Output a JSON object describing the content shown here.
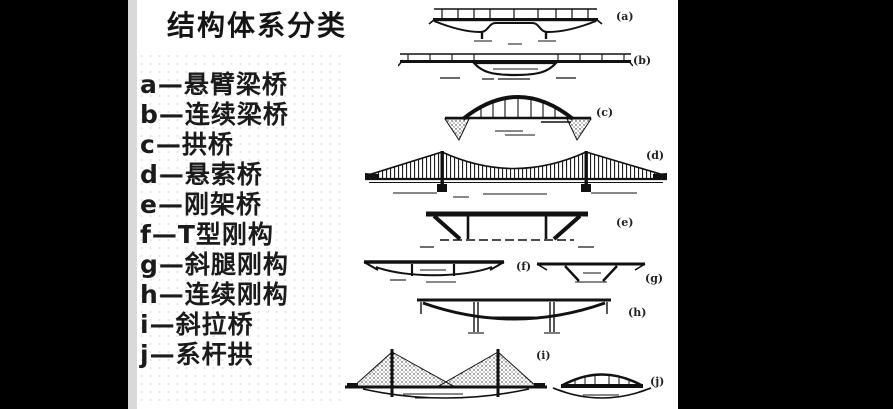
{
  "title": "结构体系分类",
  "legend": [
    {
      "label": "a—悬臂梁桥"
    },
    {
      "label": "b—连续梁桥"
    },
    {
      "label": "c—拱桥"
    },
    {
      "label": "d—悬索桥"
    },
    {
      "label": "e—刚架桥"
    },
    {
      "label": "f—T型刚构"
    },
    {
      "label": "g—斜腿刚构"
    },
    {
      "label": "h—连续刚构"
    },
    {
      "label": "i—斜拉桥"
    },
    {
      "label": "j—系杆拱"
    }
  ],
  "figures": [
    {
      "caption": "(a)",
      "type": "cantilever-beam-bridge"
    },
    {
      "caption": "(b)",
      "type": "continuous-beam-bridge"
    },
    {
      "caption": "(c)",
      "type": "arch-bridge"
    },
    {
      "caption": "(d)",
      "type": "suspension-bridge"
    },
    {
      "caption": "(e)",
      "type": "rigid-frame-bridge"
    },
    {
      "caption": "(f)",
      "type": "t-type-rigid-frame"
    },
    {
      "caption": "(g)",
      "type": "slant-legged-rigid-frame"
    },
    {
      "caption": "(h)",
      "type": "continuous-rigid-frame"
    },
    {
      "caption": "(i)",
      "type": "cable-stayed-bridge"
    },
    {
      "caption": "(j)",
      "type": "tied-arch-bridge"
    }
  ],
  "colors": {
    "ink": "#111111",
    "paper": "#ffffff",
    "matte": "#000000",
    "page_edge": "#d9d9d9"
  }
}
